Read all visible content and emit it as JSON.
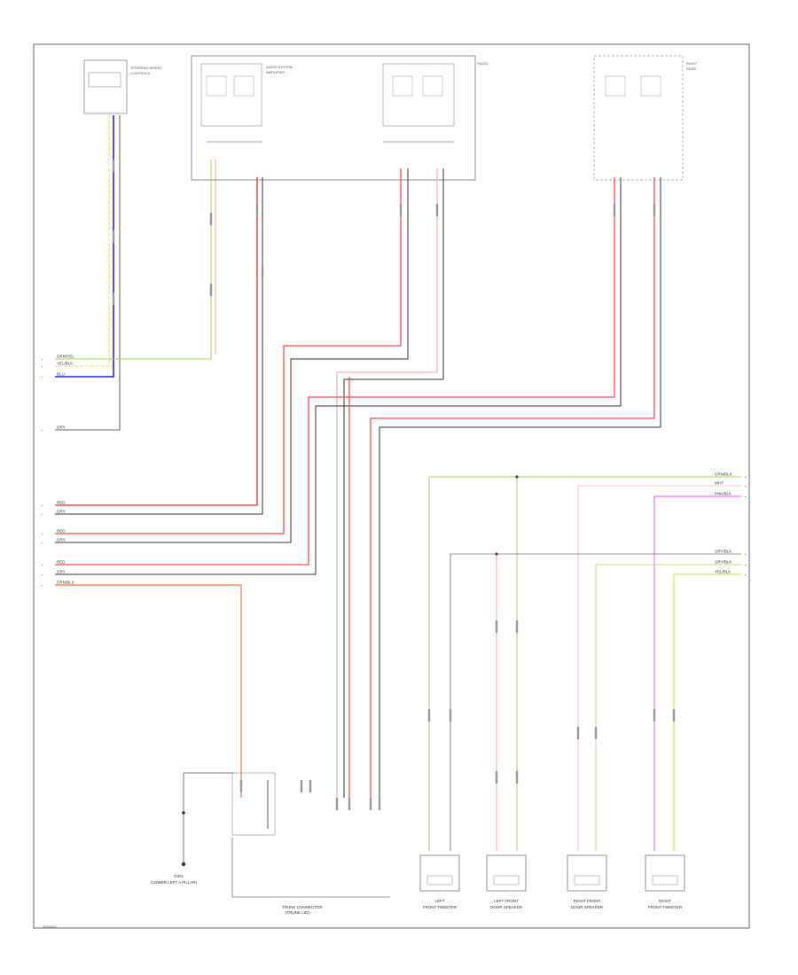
{
  "diagram": {
    "modules": {
      "top_left": {
        "line1": "STEERING WHEEL",
        "line2": "CONTROLS"
      },
      "audio_amp": {
        "line1": "AUDIO SYSTEM",
        "line2": "AMPLIFIER"
      },
      "center_module": {
        "line1": "RADIO"
      },
      "top_right": {
        "line1": "RIGHT",
        "line2": "REAR"
      }
    },
    "left_wires": [
      {
        "label": "GRN/YEL"
      },
      {
        "label": "YEL/BLK"
      },
      {
        "label": "BLU"
      },
      {
        "label": "GRY"
      },
      {
        "label": "RED"
      },
      {
        "label": "GRY"
      },
      {
        "label": "RED"
      },
      {
        "label": "GRY"
      },
      {
        "label": "RED"
      },
      {
        "label": "GRY"
      },
      {
        "label": "ORN/BLK"
      }
    ],
    "right_wires": [
      {
        "label": "GRN/BLK"
      },
      {
        "label": "WHT"
      },
      {
        "label": "PNK/BLK"
      },
      {
        "label": "GRY/BLK"
      },
      {
        "label": "GRY/BLK"
      },
      {
        "label": "YEL/BLK"
      }
    ],
    "bottom_components": [
      {
        "line1": "LEFT",
        "line2": "FRONT TWEETER"
      },
      {
        "line1": "LEFT FRONT",
        "line2": "DOOR SPEAKER"
      },
      {
        "line1": "RIGHT FRONT",
        "line2": "DOOR SPEAKER"
      },
      {
        "line1": "RIGHT",
        "line2": "FRONT TWEETER"
      }
    ],
    "ground": {
      "line1": "G301",
      "line2": "(LOWER LEFT A PILLAR)"
    },
    "junction": {
      "line1": "TRUNK CONNECTOR",
      "line2": "(TRUNK LID)"
    },
    "footer": "WD0000"
  },
  "colors": {
    "red": "#ff4b4b",
    "pink": "#ffb0b0",
    "gray": "#888888",
    "dark": "#333333",
    "blue": "#2020ff",
    "yellow": "#e0e060",
    "green": "#9cd65a",
    "orange": "#ff8a55",
    "magenta": "#ff70ff"
  }
}
